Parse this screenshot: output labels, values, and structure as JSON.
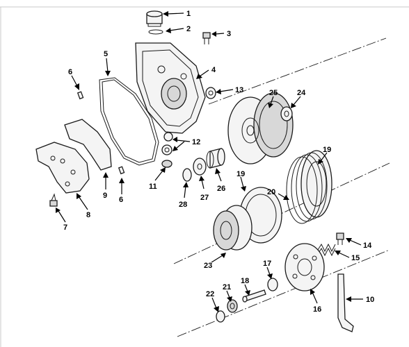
{
  "callouts": [
    "1",
    "2",
    "3",
    "4",
    "5",
    "6",
    "6",
    "7",
    "8",
    "9",
    "10",
    "11",
    "12",
    "13",
    "14",
    "15",
    "16",
    "17",
    "18",
    "19",
    "19",
    "20",
    "21",
    "22",
    "23",
    "24",
    "25",
    "26",
    "27",
    "28"
  ]
}
